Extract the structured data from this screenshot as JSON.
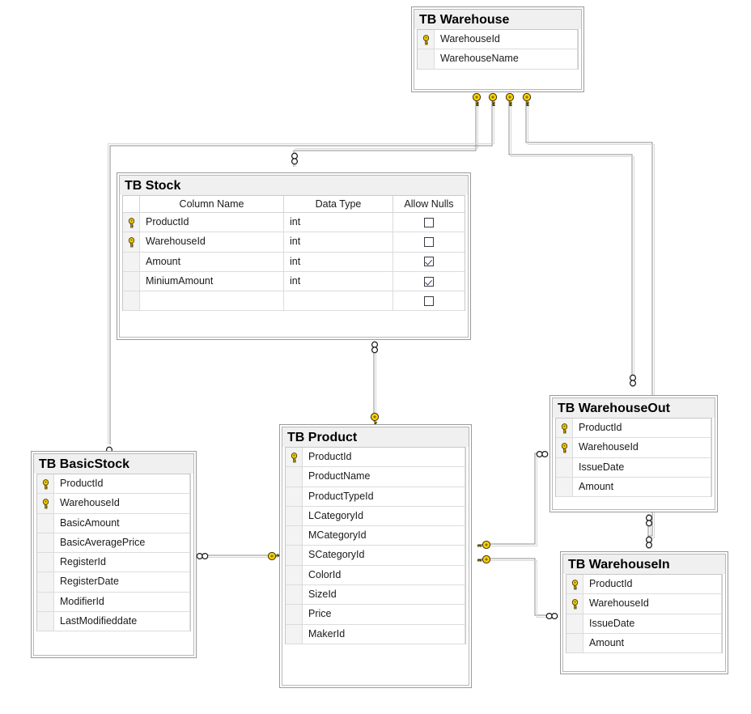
{
  "diagram": {
    "title": "Database Diagram",
    "background": "#ffffff",
    "key_color": "#f2d00a",
    "line_color": "#8c8c8c",
    "header_bg": "#f0f0f0"
  },
  "tables": [
    {
      "id": "tb-warehouse",
      "name": "TB Warehouse",
      "columns": [
        {
          "name": "WarehouseId",
          "key": true
        },
        {
          "name": "WarehouseName",
          "key": false
        }
      ]
    },
    {
      "id": "tb-stock",
      "name": "TB Stock",
      "grid_headers": [
        "",
        "Column Name",
        "Data Type",
        "Allow Nulls"
      ],
      "columns": [
        {
          "name": "ProductId",
          "type": "int",
          "key": true,
          "allow_nulls": false
        },
        {
          "name": "WarehouseId",
          "type": "int",
          "key": true,
          "allow_nulls": false
        },
        {
          "name": "Amount",
          "type": "int",
          "key": false,
          "allow_nulls": true
        },
        {
          "name": "MiniumAmount",
          "type": "int",
          "key": false,
          "allow_nulls": true
        },
        {
          "name": "",
          "type": "",
          "key": false,
          "allow_nulls": false
        }
      ]
    },
    {
      "id": "tb-basicstock",
      "name": "TB BasicStock",
      "columns": [
        {
          "name": "ProductId",
          "key": true
        },
        {
          "name": "WarehouseId",
          "key": true
        },
        {
          "name": "BasicAmount",
          "key": false
        },
        {
          "name": "BasicAveragePrice",
          "key": false
        },
        {
          "name": "RegisterId",
          "key": false
        },
        {
          "name": "RegisterDate",
          "key": false
        },
        {
          "name": "ModifierId",
          "key": false
        },
        {
          "name": "LastModifieddate",
          "key": false
        }
      ]
    },
    {
      "id": "tb-product",
      "name": "TB Product",
      "columns": [
        {
          "name": "ProductId",
          "key": true
        },
        {
          "name": "ProductName",
          "key": false
        },
        {
          "name": "ProductTypeId",
          "key": false
        },
        {
          "name": "LCategoryId",
          "key": false
        },
        {
          "name": "MCategoryId",
          "key": false
        },
        {
          "name": "SCategoryId",
          "key": false
        },
        {
          "name": "ColorId",
          "key": false
        },
        {
          "name": "SizeId",
          "key": false
        },
        {
          "name": "Price",
          "key": false
        },
        {
          "name": "MakerId",
          "key": false
        }
      ]
    },
    {
      "id": "tb-warehouseout",
      "name": "TB WarehouseOut",
      "columns": [
        {
          "name": "ProductId",
          "key": true
        },
        {
          "name": "WarehouseId",
          "key": true
        },
        {
          "name": "IssueDate",
          "key": false
        },
        {
          "name": "Amount",
          "key": false
        }
      ]
    },
    {
      "id": "tb-warehousein",
      "name": "TB WarehouseIn",
      "columns": [
        {
          "name": "ProductId",
          "key": true
        },
        {
          "name": "WarehouseId",
          "key": true
        },
        {
          "name": "IssueDate",
          "key": false
        },
        {
          "name": "Amount",
          "key": false
        }
      ]
    }
  ],
  "relationships": [
    {
      "from": "TB Warehouse",
      "to": "TB Stock",
      "from_side": "one",
      "to_side": "many"
    },
    {
      "from": "TB Warehouse",
      "to": "TB BasicStock",
      "from_side": "one",
      "to_side": "many"
    },
    {
      "from": "TB Warehouse",
      "to": "TB WarehouseOut",
      "from_side": "one",
      "to_side": "many"
    },
    {
      "from": "TB Warehouse",
      "to": "TB WarehouseIn",
      "from_side": "one",
      "to_side": "many"
    },
    {
      "from": "TB Product",
      "to": "TB Stock",
      "from_side": "one",
      "to_side": "many"
    },
    {
      "from": "TB Product",
      "to": "TB BasicStock",
      "from_side": "one",
      "to_side": "many"
    },
    {
      "from": "TB Product",
      "to": "TB WarehouseOut",
      "from_side": "one",
      "to_side": "many"
    },
    {
      "from": "TB Product",
      "to": "TB WarehouseIn",
      "from_side": "one",
      "to_side": "many"
    }
  ]
}
